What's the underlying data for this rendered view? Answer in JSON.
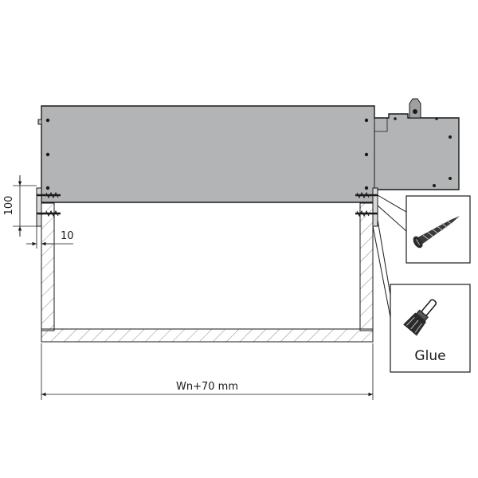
{
  "dimensions": {
    "height_label": "100",
    "offset_label": "10",
    "width_label": "Wn+70 mm"
  },
  "callouts": {
    "screw_icon": "screw-icon",
    "glue_icon": "glue-brush-icon",
    "glue_label": "Glue"
  },
  "colors": {
    "panel_fill": "#b3b4b6",
    "line": "#1a1a1a",
    "hatch": "#8a8a8a"
  }
}
